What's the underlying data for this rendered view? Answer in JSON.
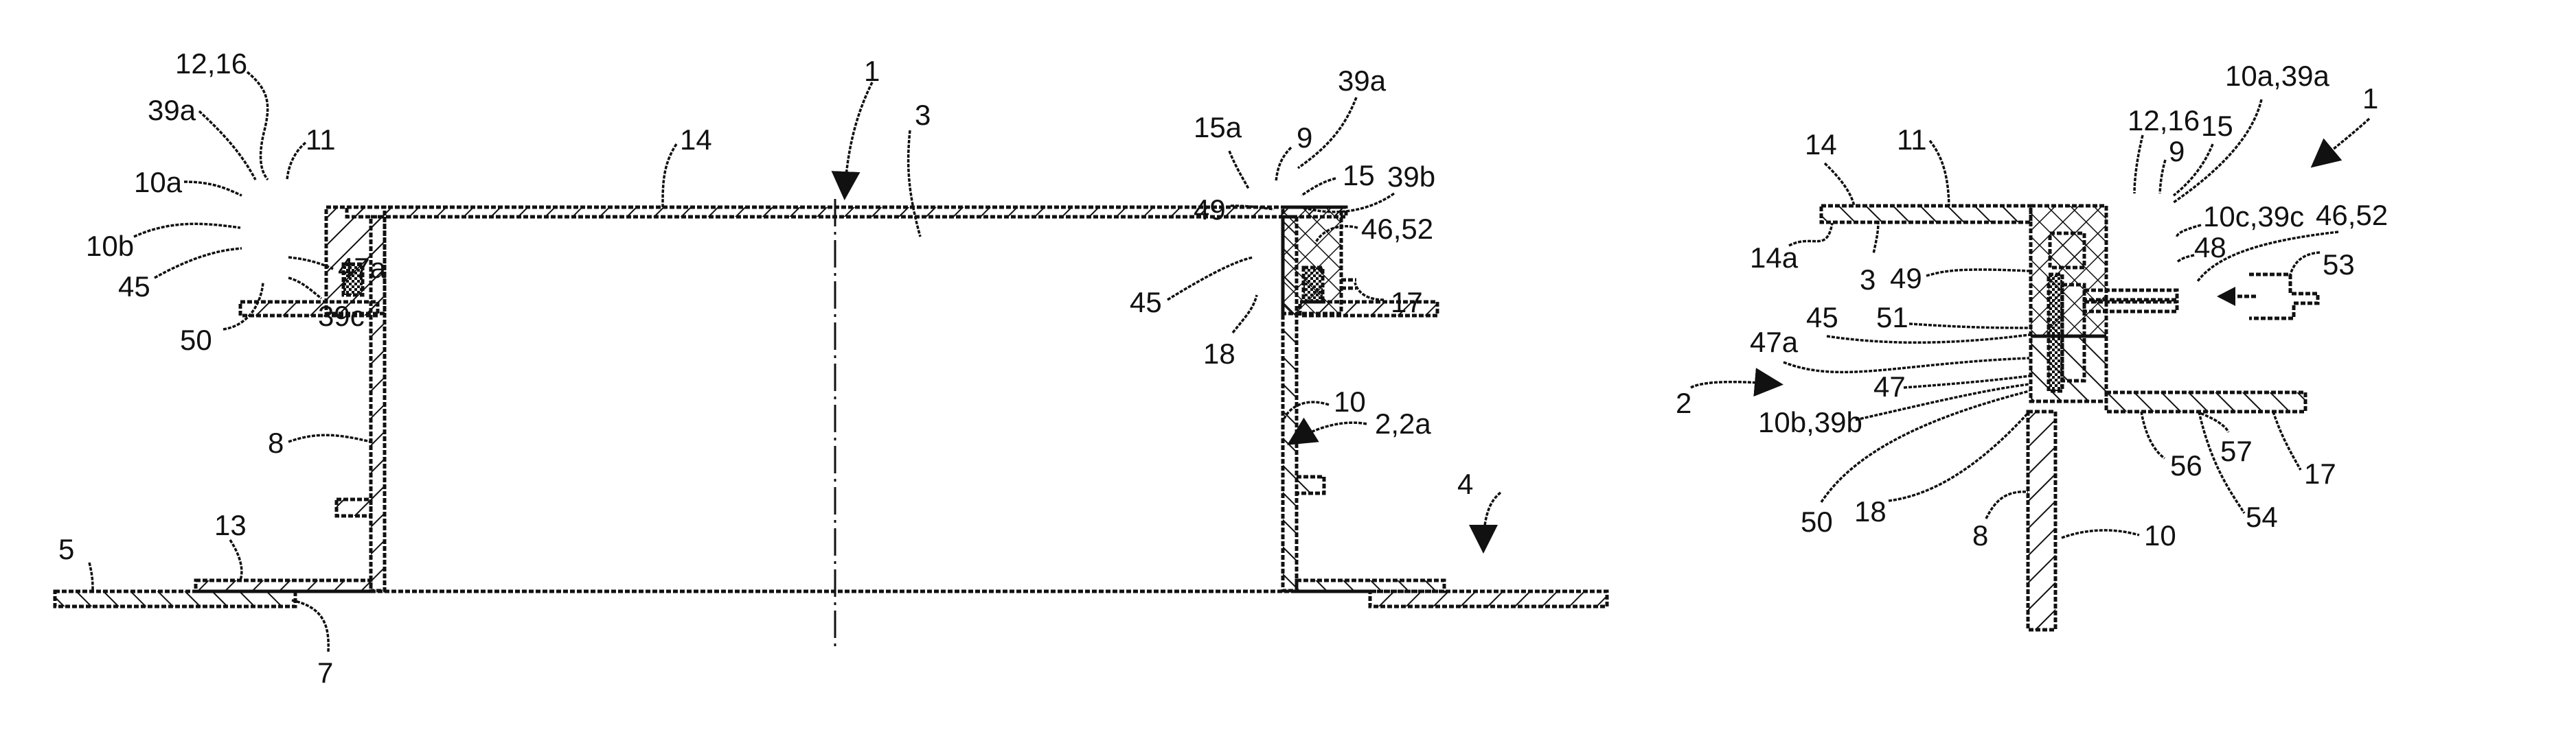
{
  "figure": {
    "type": "patent-cross-section-drawing",
    "colors": {
      "ink": "#111111",
      "paper": "#ffffff"
    }
  },
  "left_view": {
    "description": "full cross-section",
    "labels": {
      "l_1": "1",
      "l_3": "3",
      "l_14": "14",
      "l_12_16": "12,16",
      "l_39a_left": "39a",
      "l_11": "11",
      "l_10a": "10a",
      "l_10b": "10b",
      "l_45_left": "45",
      "l_47a": "47a",
      "l_50": "50",
      "l_39c": "39c",
      "l_8": "8",
      "l_5": "5",
      "l_13": "13",
      "l_7": "7",
      "l_39a_right": "39a",
      "l_15a": "15a",
      "l_9": "9",
      "l_15": "15",
      "l_39b": "39b",
      "l_49": "49",
      "l_46_52": "46,52",
      "l_45_right": "45",
      "l_17": "17",
      "l_18": "18",
      "l_10": "10",
      "l_2_2a": "2,2a",
      "l_4": "4"
    }
  },
  "right_view": {
    "description": "enlarged detail",
    "labels": {
      "r_14": "14",
      "r_11": "11",
      "r_12_16": "12,16",
      "r_9": "9",
      "r_15": "15",
      "r_10a_39a": "10a,39a",
      "r_1": "1",
      "r_14a": "14a",
      "r_3": "3",
      "r_49": "49",
      "r_10c_39c": "10c,39c",
      "r_46_52": "46,52",
      "r_48": "48",
      "r_53": "53",
      "r_45": "45",
      "r_51": "51",
      "r_47a": "47a",
      "r_2": "2",
      "r_47": "47",
      "r_10b_39b": "10b,39b",
      "r_56": "56",
      "r_57": "57",
      "r_17": "17",
      "r_54": "54",
      "r_50": "50",
      "r_18": "18",
      "r_8": "8",
      "r_10": "10"
    }
  }
}
